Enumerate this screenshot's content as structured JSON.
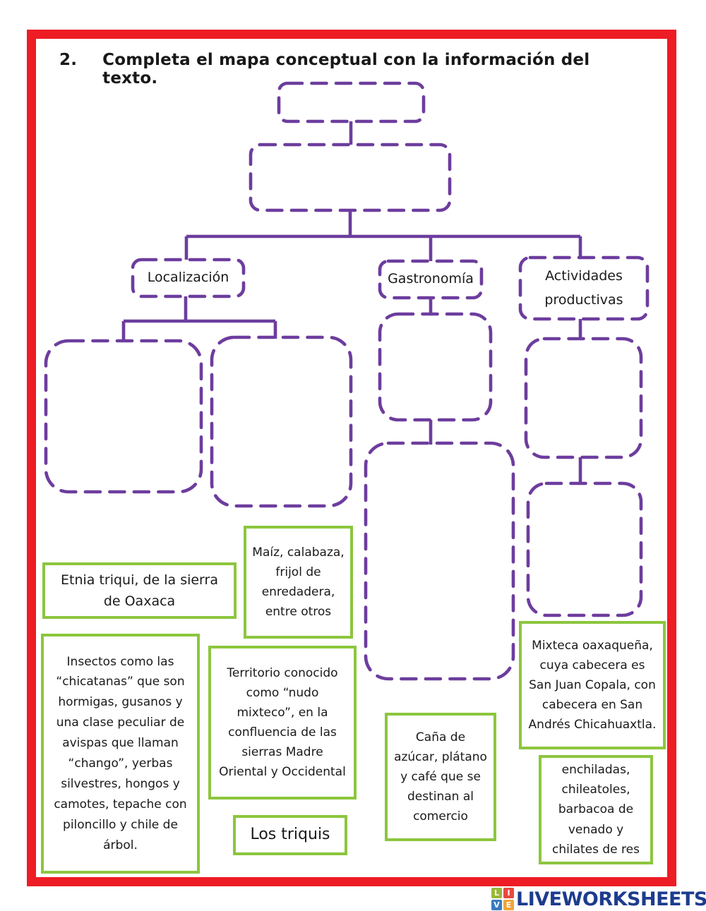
{
  "page": {
    "title_number": "2.",
    "title": "Completa el mapa conceptual con la información del texto.",
    "frame_color": "#ee1c24",
    "background": "#ffffff"
  },
  "concept_map": {
    "accent_color": "#6d3d9e",
    "branch_labels": [
      {
        "label": "Localización"
      },
      {
        "label": "Gastronomía"
      },
      {
        "label": "Actividades productivas"
      }
    ]
  },
  "answer_cards": [
    {
      "text": "Etnia triqui, de la sierra de Oaxaca"
    },
    {
      "text": "Maíz, calabaza, frijol de enredadera, entre otros"
    },
    {
      "text": "Insectos como las “chicatanas” que son hormigas, gusanos y una clase peculiar de avispas que llaman “chango”, yerbas silvestres, hongos y camotes, tepache con piloncillo y chile de árbol."
    },
    {
      "text": "Territorio conocido como “nudo mixteco”, en la confluencia de las sierras Madre Oriental y Occidental"
    },
    {
      "text": "Los triquis"
    },
    {
      "text": "Caña de azúcar, plátano y café que se destinan al comercio"
    },
    {
      "text": "Mixteca oaxaqueña, cuya cabecera es San Juan Copala, con cabecera en San Andrés Chicahuaxtla."
    },
    {
      "text": "enchiladas, chileatoles, barbacoa de venado y chilates de res"
    }
  ],
  "cards_border_color": "#8cc63e",
  "footer": {
    "logo_squares": [
      {
        "letter": "L",
        "color": "#9ab83a"
      },
      {
        "letter": "I",
        "color": "#e8493f"
      },
      {
        "letter": "V",
        "color": "#3a7bbf"
      },
      {
        "letter": "E",
        "color": "#f0a43c"
      }
    ],
    "brand": "LIVEWORKSHEETS",
    "brand_color": "#1d3c8f"
  }
}
